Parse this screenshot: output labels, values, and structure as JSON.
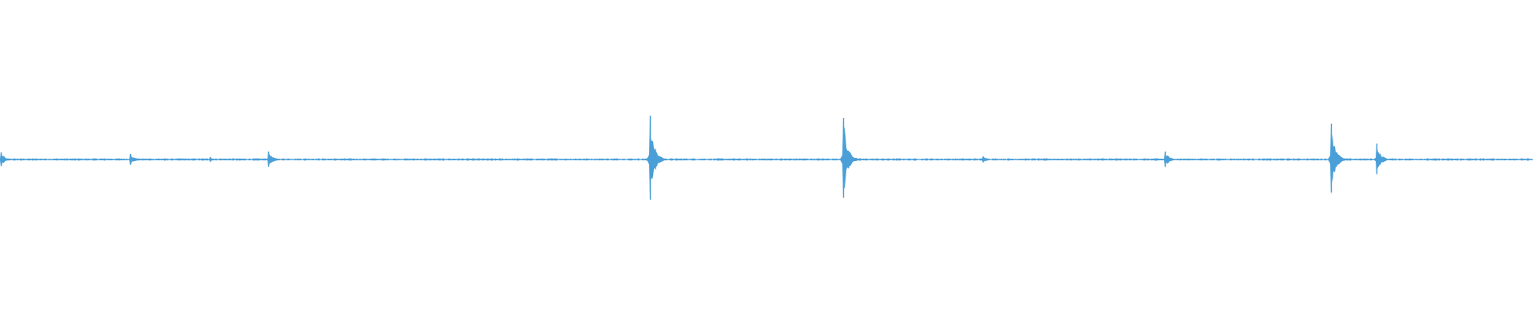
{
  "waveform": {
    "color": "#4a9fd8",
    "background": "#ffffff",
    "duration": 1.0,
    "baseline_noise": 0.012,
    "amplitude_scale": [
      -1,
      1
    ],
    "peaks": [
      {
        "t": 0.0005,
        "amp": 0.09
      },
      {
        "t": 0.085,
        "amp": 0.07
      },
      {
        "t": 0.137,
        "amp": 0.03
      },
      {
        "t": 0.175,
        "amp": 0.1
      },
      {
        "t": 0.424,
        "amp": 0.55
      },
      {
        "t": 0.55,
        "amp": 0.52
      },
      {
        "t": 0.641,
        "amp": 0.04
      },
      {
        "t": 0.76,
        "amp": 0.1
      },
      {
        "t": 0.868,
        "amp": 0.45
      },
      {
        "t": 0.898,
        "amp": 0.2
      }
    ]
  }
}
